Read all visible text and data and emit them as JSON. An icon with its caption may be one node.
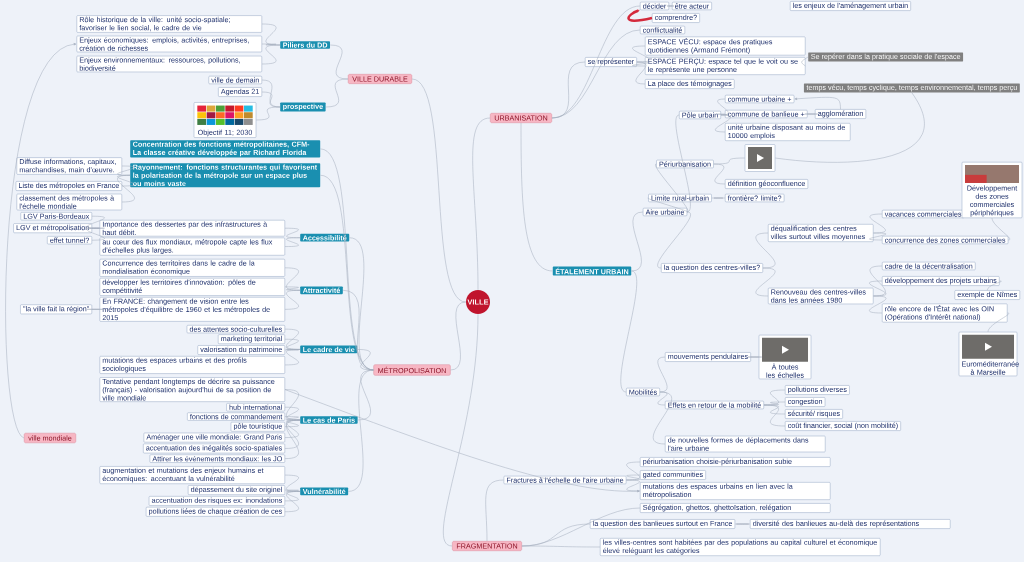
{
  "diagram": {
    "nodes": [
      {
        "text": [
          "VILLE"
        ]
      },
      {
        "text": [
          "VILLE DURABLE"
        ]
      },
      {
        "text": [
          "Piliers du DD"
        ]
      },
      {
        "text": [
          "Rôle historique de la ville: unité socio-spatiale; favoriser le lien social, le cadre de vie"
        ]
      },
      {
        "text": [
          "Enjeux économiques: emplois, activités, entreprises, création de richesses"
        ]
      },
      {
        "text": [
          "Enjeux environnementaux: ressources, pollutions, biodiversité"
        ]
      },
      {
        "text": [
          "prospective"
        ]
      },
      {
        "text": [
          "ville de demain"
        ]
      },
      {
        "text": [
          "Agendas 21"
        ]
      },
      {
        "text": [
          "Objectif 11; 2030"
        ]
      },
      {
        "text": [
          "MÉTROPOLISATION"
        ]
      },
      {
        "text": [
          "Concentration des fonctions métropolitaines, CFM-La classe créative développée par Richard Florida"
        ]
      },
      {
        "text": [
          "Rayonnement: fonctions structurantes qui favorisent la polarisation de la métropole sur un espace plus ou moins vaste"
        ]
      },
      {
        "text": [
          "Diffuse informations, capitaux, marchandises, main d'œuvre."
        ]
      },
      {
        "text": [
          "Liste des métropoles en France"
        ]
      },
      {
        "text": [
          "classement des métropoles à l'échelle mondiale"
        ]
      },
      {
        "text": [
          "Accessibilité"
        ]
      },
      {
        "text": [
          "Importance des dessertes par des infrastructures à haut débit."
        ]
      },
      {
        "text": [
          "LGV Paris-Bordeaux"
        ]
      },
      {
        "text": [
          "LGV et métropolisation"
        ]
      },
      {
        "text": [
          "effet tunnel?"
        ]
      },
      {
        "text": [
          "au cœur des flux mondiaux, métropole capte les flux d'échelles plus larges."
        ]
      },
      {
        "text": [
          "Attractivité"
        ]
      },
      {
        "text": [
          "Concurrence des territoires dans le cadre de la mondialisation économique"
        ]
      },
      {
        "text": [
          "développer les territoires d'innovation: pôles de compétitivité"
        ]
      },
      {
        "text": [
          "En FRANCE: changement de vision entre les métropoles d'équilibre de 1960 et les métropoles de 2015"
        ]
      },
      {
        "text": [
          "\"la ville fait la région\""
        ]
      },
      {
        "text": [
          "Le cadre de vie"
        ]
      },
      {
        "text": [
          "des attentes socio-culturelles"
        ]
      },
      {
        "text": [
          "marketing territorial"
        ]
      },
      {
        "text": [
          "valorisation du patrimoine"
        ]
      },
      {
        "text": [
          "mutations des espaces urbains et des profils sociologiques"
        ]
      },
      {
        "text": [
          "Le cas de Paris"
        ]
      },
      {
        "text": [
          "Tentative pendant longtemps de décrire sa puissance (français) - valorisation aujourd'hui de sa position de ville mondiale"
        ]
      },
      {
        "text": [
          "hub international"
        ]
      },
      {
        "text": [
          "fonctions de commandement"
        ]
      },
      {
        "text": [
          "pôle touristique"
        ]
      },
      {
        "text": [
          "Aménager une ville mondiale: Grand Paris"
        ]
      },
      {
        "text": [
          "accentuation des inégalités socio-spatiales"
        ]
      },
      {
        "text": [
          "Attirer les événements mondiaux: les JO"
        ]
      },
      {
        "text": [
          "Vulnérabilité"
        ]
      },
      {
        "text": [
          "augmentation et mutations des enjeux humains et économiques: accentuant la vulnérabilité"
        ]
      },
      {
        "text": [
          "dépassement du site originel"
        ]
      },
      {
        "text": [
          "accentuation des risques ex: inondations"
        ]
      },
      {
        "text": [
          "pollutions liées de chaque création de ces"
        ]
      },
      {
        "text": [
          "ville mondiale"
        ]
      },
      {
        "text": [
          "URBANISATION"
        ]
      },
      {
        "text": [
          "ÉTALEMENT URBAIN"
        ]
      },
      {
        "text": [
          "Aire urbaine"
        ]
      },
      {
        "text": [
          "Pôle urbain"
        ]
      },
      {
        "text": [
          "commune urbaine +"
        ]
      },
      {
        "text": [
          "commune de banlieue +"
        ]
      },
      {
        "text": [
          "agglomération"
        ]
      },
      {
        "text": [
          "unité urbaine disposant au moins de 10000 emplois"
        ]
      },
      {
        "text": [
          "Périurbanisation"
        ]
      },
      {
        "text": [],
        "shape": "picture"
      },
      {
        "text": [
          "définition géoconfluence"
        ]
      },
      {
        "text": [
          "Limite rural-urbain"
        ]
      },
      {
        "text": [
          "frontière? limite?"
        ]
      },
      {
        "text": [
          "la question des centres-villes?"
        ]
      },
      {
        "text": [
          "déqualification des centres villes surtout villes moyennes"
        ]
      },
      {
        "text": [
          "vacances commerciales"
        ]
      },
      {
        "text": [
          "concurrence des zones commerciales"
        ]
      },
      {
        "text": [
          "Développement des zones commerciales périphériques"
        ]
      },
      {
        "text": [
          "Renouveau des centres-villes dans les années 1980"
        ]
      },
      {
        "text": [
          "cadre de la décentralisation"
        ]
      },
      {
        "text": [
          "développement des projets urbains"
        ]
      },
      {
        "text": [
          "exemple de Nîmes"
        ]
      },
      {
        "text": [
          "rôle encore de l'État avec les OIN (Opérations d'Intérêt national)"
        ]
      },
      {
        "text": [
          "Euroméditerranée à Marseille"
        ]
      },
      {
        "text": [
          "Mobilités"
        ]
      },
      {
        "text": [
          "mouvements pendulaires"
        ]
      },
      {
        "text": [
          "À toutes les échelles"
        ]
      },
      {
        "text": [
          "Effets en retour de la mobilité"
        ]
      },
      {
        "text": [
          "pollutions diverses"
        ]
      },
      {
        "text": [
          "congestion"
        ]
      },
      {
        "text": [
          "sécurité/ risques"
        ]
      },
      {
        "text": [
          "coût financier, social (non mobilité)"
        ]
      },
      {
        "text": [
          "de nouvelles formes de déplacements dans l'aire urbaine"
        ]
      },
      {
        "text": [
          "FRAGMENTATION"
        ]
      },
      {
        "text": [
          "Fractures à l'échelle de l'aire urbaine"
        ]
      },
      {
        "text": [
          "périurbanisation choisie-périurbanisation subie"
        ]
      },
      {
        "text": [
          "gated communities"
        ]
      },
      {
        "text": [
          "mutations des espaces urbains en lien avec la métropolisation"
        ]
      },
      {
        "text": [
          "Ségrégation, ghettos, ghettoïsation, relégation"
        ]
      },
      {
        "text": [
          "la question des banlieues surtout en France"
        ]
      },
      {
        "text": [
          "diversité des banlieues au-delà des représentations"
        ]
      },
      {
        "text": [
          "les villes-centres sont habitées par des populations au capital culturel et économique élevé reléguant les catégories"
        ]
      },
      {
        "text": [
          "se représenter"
        ]
      },
      {
        "text": [
          "ESPACE VÉCU: espace des pratiques quotidiennes (Armand Frémont)"
        ]
      },
      {
        "text": [
          "ESPACE PERÇU: espace tel que le voit ou se le représente une personne"
        ]
      },
      {
        "text": [
          "La place des témoignages"
        ]
      },
      {
        "text": [
          "conflictualité"
        ]
      },
      {
        "text": [
          "décider"
        ]
      },
      {
        "text": [
          "être acteur"
        ]
      },
      {
        "text": [
          "comprendre?"
        ]
      },
      {
        "text": [
          "les enjeux de l'aménagement urbain"
        ]
      },
      {
        "text": [
          "Se repérer dans la pratique sociale de l'espace"
        ]
      },
      {
        "text": [
          "temps vécu, temps cyclique, temps environnemental, temps perçu"
        ]
      }
    ],
    "edges": [
      {
        "from": 0,
        "to": 1,
        "arrow": "none"
      },
      {
        "from": 0,
        "to": 10,
        "arrow": "none"
      },
      {
        "from": 0,
        "to": 46,
        "arrow": "none"
      },
      {
        "from": 0,
        "to": 79,
        "arrow": "none"
      },
      {
        "from": 1,
        "to": 2,
        "arrow": "none"
      },
      {
        "from": 1,
        "to": 6,
        "arrow": "none"
      },
      {
        "from": 2,
        "to": 3,
        "arrow": "none"
      },
      {
        "from": 2,
        "to": 4,
        "arrow": "none"
      },
      {
        "from": 2,
        "to": 5,
        "arrow": "none"
      },
      {
        "from": 6,
        "to": 7,
        "arrow": "none"
      },
      {
        "from": 6,
        "to": 8,
        "arrow": "none"
      },
      {
        "from": 6,
        "to": 9,
        "arrow": "none"
      },
      {
        "from": 10,
        "to": 11,
        "arrow": "none"
      },
      {
        "from": 10,
        "to": 12,
        "arrow": "none"
      },
      {
        "from": 10,
        "to": 16,
        "arrow": "none"
      },
      {
        "from": 10,
        "to": 22,
        "arrow": "none"
      },
      {
        "from": 10,
        "to": 27,
        "arrow": "none"
      },
      {
        "from": 10,
        "to": 32,
        "arrow": "none"
      },
      {
        "from": 10,
        "to": 40,
        "arrow": "none"
      },
      {
        "from": 12,
        "to": 13,
        "arrow": "none"
      },
      {
        "from": 12,
        "to": 14,
        "arrow": "none"
      },
      {
        "from": 12,
        "to": 15,
        "arrow": "none"
      },
      {
        "from": 16,
        "to": 17,
        "arrow": "none"
      },
      {
        "from": 16,
        "to": 21,
        "arrow": "none"
      },
      {
        "from": 17,
        "to": 18,
        "arrow": "none"
      },
      {
        "from": 17,
        "to": 19,
        "arrow": "none"
      },
      {
        "from": 17,
        "to": 20,
        "arrow": "none"
      },
      {
        "from": 22,
        "to": 23,
        "arrow": "none"
      },
      {
        "from": 22,
        "to": 24,
        "arrow": "none"
      },
      {
        "from": 22,
        "to": 25,
        "arrow": "none"
      },
      {
        "from": 25,
        "to": 26,
        "arrow": "none"
      },
      {
        "from": 27,
        "to": 28,
        "arrow": "none"
      },
      {
        "from": 27,
        "to": 29,
        "arrow": "none"
      },
      {
        "from": 27,
        "to": 30,
        "arrow": "none"
      },
      {
        "from": 27,
        "to": 31,
        "arrow": "none"
      },
      {
        "from": 32,
        "to": 33,
        "arrow": "none"
      },
      {
        "from": 32,
        "to": 34,
        "arrow": "none"
      },
      {
        "from": 32,
        "to": 35,
        "arrow": "none"
      },
      {
        "from": 32,
        "to": 36,
        "arrow": "none"
      },
      {
        "from": 32,
        "to": 37,
        "arrow": "none"
      },
      {
        "from": 32,
        "to": 38,
        "arrow": "none"
      },
      {
        "from": 32,
        "to": 39,
        "arrow": "none"
      },
      {
        "from": 40,
        "to": 41,
        "arrow": "none"
      },
      {
        "from": 40,
        "to": 42,
        "arrow": "none"
      },
      {
        "from": 40,
        "to": 43,
        "arrow": "none"
      },
      {
        "from": 40,
        "to": 44,
        "arrow": "none"
      },
      {
        "from": 46,
        "to": 47,
        "arrow": "none"
      },
      {
        "from": 46,
        "to": 88,
        "arrow": "none"
      },
      {
        "from": 46,
        "to": 92,
        "arrow": "none"
      },
      {
        "from": 46,
        "to": 93,
        "arrow": "none"
      },
      {
        "from": 47,
        "to": 48,
        "arrow": "none"
      },
      {
        "from": 47,
        "to": 70,
        "arrow": "none"
      },
      {
        "from": 48,
        "to": 49,
        "arrow": "none"
      },
      {
        "from": 48,
        "to": 54,
        "arrow": "none"
      },
      {
        "from": 48,
        "to": 57,
        "arrow": "none"
      },
      {
        "from": 48,
        "to": 59,
        "arrow": "none"
      },
      {
        "from": 49,
        "to": 50,
        "arrow": "none"
      },
      {
        "from": 49,
        "to": 51,
        "arrow": "none"
      },
      {
        "from": 49,
        "to": 53,
        "arrow": "none"
      },
      {
        "from": 51,
        "to": 52,
        "arrow": "none"
      },
      {
        "from": 54,
        "to": 55,
        "arrow": "none"
      },
      {
        "from": 54,
        "to": 56,
        "arrow": "none"
      },
      {
        "from": 57,
        "to": 58,
        "arrow": "none"
      },
      {
        "from": 59,
        "to": 60,
        "arrow": "none"
      },
      {
        "from": 59,
        "to": 64,
        "arrow": "none"
      },
      {
        "from": 60,
        "to": 61,
        "arrow": "none"
      },
      {
        "from": 60,
        "to": 62,
        "arrow": "none"
      },
      {
        "from": 62,
        "to": 63,
        "arrow": "none"
      },
      {
        "from": 64,
        "to": 65,
        "arrow": "none"
      },
      {
        "from": 64,
        "to": 66,
        "arrow": "none"
      },
      {
        "from": 64,
        "to": 68,
        "arrow": "none"
      },
      {
        "from": 66,
        "to": 67,
        "arrow": "none"
      },
      {
        "from": 68,
        "to": 69,
        "arrow": "none"
      },
      {
        "from": 70,
        "to": 71,
        "arrow": "none"
      },
      {
        "from": 70,
        "to": 73,
        "arrow": "none"
      },
      {
        "from": 70,
        "to": 78,
        "arrow": "none"
      },
      {
        "from": 71,
        "to": 72,
        "arrow": "none"
      },
      {
        "from": 73,
        "to": 74,
        "arrow": "none"
      },
      {
        "from": 73,
        "to": 75,
        "arrow": "none"
      },
      {
        "from": 73,
        "to": 76,
        "arrow": "none"
      },
      {
        "from": 73,
        "to": 77,
        "arrow": "none"
      },
      {
        "from": 79,
        "to": 80,
        "arrow": "none"
      },
      {
        "from": 79,
        "to": 84,
        "arrow": "none"
      },
      {
        "from": 79,
        "to": 85,
        "arrow": "none"
      },
      {
        "from": 79,
        "to": 87,
        "arrow": "none"
      },
      {
        "from": 80,
        "to": 81,
        "arrow": "none"
      },
      {
        "from": 80,
        "to": 82,
        "arrow": "none"
      },
      {
        "from": 80,
        "to": 83,
        "arrow": "none"
      },
      {
        "from": 85,
        "to": 86,
        "arrow": "none"
      },
      {
        "from": 88,
        "to": 89,
        "arrow": "none"
      },
      {
        "from": 88,
        "to": 90,
        "arrow": "none"
      },
      {
        "from": 88,
        "to": 91,
        "arrow": "none"
      },
      {
        "from": 93,
        "to": 94,
        "arrow": "none"
      },
      {
        "from": 95,
        "to": 93,
        "arrow": "to",
        "style": "thick",
        "color": "#d42a3c"
      },
      {
        "from": 45,
        "to": 4,
        "arrow": "to"
      },
      {
        "from": 33,
        "to": 83,
        "arrow": "to"
      },
      {
        "from": 52,
        "to": 50,
        "arrow": "to"
      },
      {
        "from": 98,
        "to": 55,
        "arrow": "none"
      },
      {
        "from": 97,
        "to": 90,
        "arrow": "none"
      }
    ]
  }
}
